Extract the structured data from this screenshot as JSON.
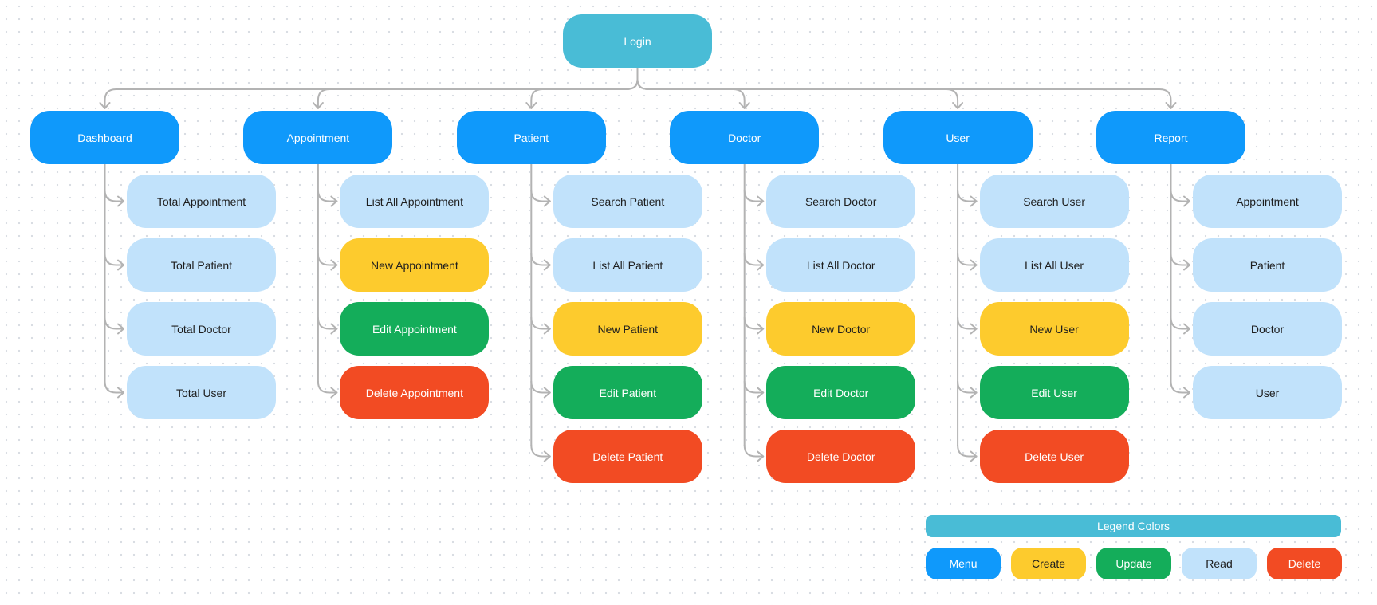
{
  "colors": {
    "root": "#49bcd6",
    "menu": "#0f99fb",
    "read": "#c1e2fb",
    "create": "#fdcb2d",
    "update": "#14ad5a",
    "delete": "#f24b23",
    "connector": "#b3b3b3",
    "text_dark": "#1e1e1e",
    "text_light": "#ffffff"
  },
  "root": {
    "label": "Login"
  },
  "menus": [
    {
      "label": "Dashboard",
      "children": [
        {
          "label": "Total Appointment",
          "kind": "read"
        },
        {
          "label": "Total Patient",
          "kind": "read"
        },
        {
          "label": "Total Doctor",
          "kind": "read"
        },
        {
          "label": "Total User",
          "kind": "read"
        }
      ]
    },
    {
      "label": "Appointment",
      "children": [
        {
          "label": "List All Appointment",
          "kind": "read"
        },
        {
          "label": "New Appointment",
          "kind": "create"
        },
        {
          "label": "Edit Appointment",
          "kind": "update"
        },
        {
          "label": "Delete Appointment",
          "kind": "delete"
        }
      ]
    },
    {
      "label": "Patient",
      "children": [
        {
          "label": "Search Patient",
          "kind": "read"
        },
        {
          "label": "List All Patient",
          "kind": "read"
        },
        {
          "label": "New Patient",
          "kind": "create"
        },
        {
          "label": "Edit Patient",
          "kind": "update"
        },
        {
          "label": "Delete Patient",
          "kind": "delete"
        }
      ]
    },
    {
      "label": "Doctor",
      "children": [
        {
          "label": "Search Doctor",
          "kind": "read"
        },
        {
          "label": "List All Doctor",
          "kind": "read"
        },
        {
          "label": "New Doctor",
          "kind": "create"
        },
        {
          "label": "Edit Doctor",
          "kind": "update"
        },
        {
          "label": "Delete Doctor",
          "kind": "delete"
        }
      ]
    },
    {
      "label": "User",
      "children": [
        {
          "label": "Search User",
          "kind": "read"
        },
        {
          "label": "List All User",
          "kind": "read"
        },
        {
          "label": "New User",
          "kind": "create"
        },
        {
          "label": "Edit User",
          "kind": "update"
        },
        {
          "label": "Delete User",
          "kind": "delete"
        }
      ]
    },
    {
      "label": "Report",
      "children": [
        {
          "label": "Appointment",
          "kind": "read"
        },
        {
          "label": "Patient",
          "kind": "read"
        },
        {
          "label": "Doctor",
          "kind": "read"
        },
        {
          "label": "User",
          "kind": "read"
        }
      ]
    }
  ],
  "legend": {
    "title": "Legend Colors",
    "items": [
      {
        "label": "Menu",
        "kind": "menu"
      },
      {
        "label": "Create",
        "kind": "create"
      },
      {
        "label": "Update",
        "kind": "update"
      },
      {
        "label": "Read",
        "kind": "read"
      },
      {
        "label": "Delete",
        "kind": "delete"
      }
    ]
  }
}
